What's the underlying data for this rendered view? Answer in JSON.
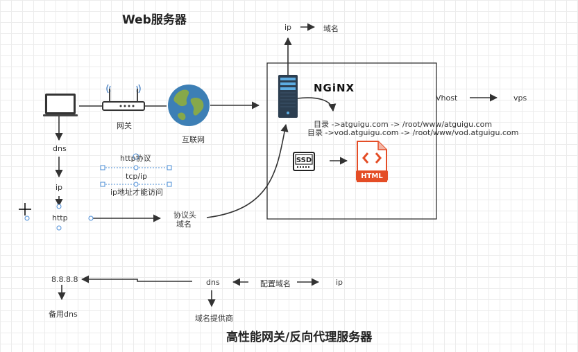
{
  "diagram": {
    "title_top": "Web服务器",
    "title_bottom": "高性能网关/反向代理服务器",
    "labels": {
      "gateway": "网关",
      "internet": "互联网",
      "ip_top": "ip",
      "domain_top": "域名",
      "nginx": "NGiNX",
      "vhost": "Vhost",
      "vps": "vps",
      "dir1": "目录 ->atguigu.com -> /root/www/atguigu.com",
      "dir2": "目录 ->vod.atguigu.com -> /root/www/vod.atguigu.com",
      "dns_left": "dns",
      "ip_left": "ip",
      "http_left": "http",
      "http_protocol": "http协议",
      "tcp_ip": "tcp/ip",
      "ip_access": "ip地址才能访问",
      "protocol_header": "协议头",
      "domain_name": "域名",
      "eights": "8.8.8.8",
      "backup_dns": "备用dns",
      "dns_bottom": "dns",
      "config_domain": "配置域名",
      "ip_bottom": "ip",
      "domain_provider": "域名提供商",
      "ssd": "SSD",
      "html": "HTML"
    },
    "colors": {
      "line": "#333333",
      "globe_water": "#3d7fb5",
      "globe_land": "#86a84a",
      "html_orange": "#e44d26",
      "server_dark": "#2c3e50",
      "server_light": "#5dade2",
      "wifi_blue": "#5b8ec9",
      "selection_blue": "#4a8cd6"
    }
  }
}
